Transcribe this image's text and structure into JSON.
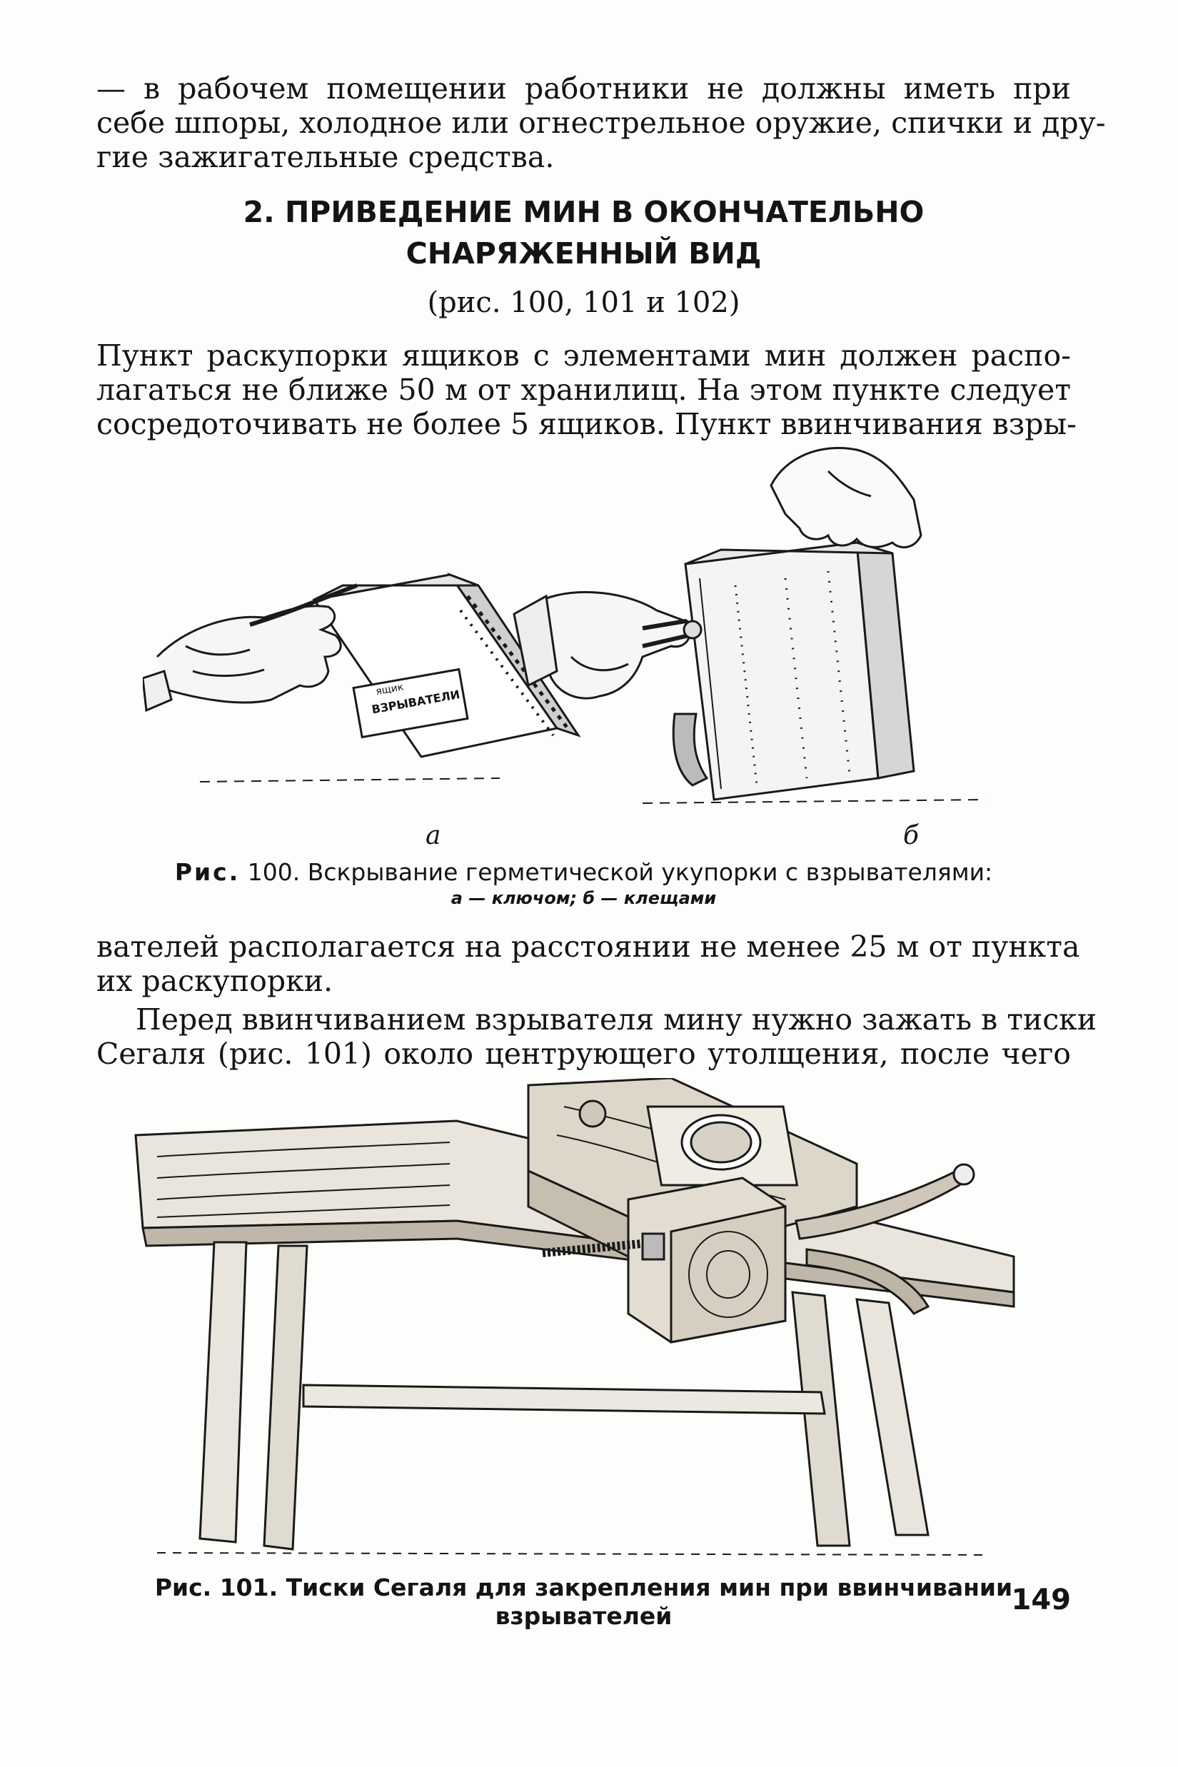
{
  "intro": {
    "lines": [
      "— в рабочем помещении работники не должны иметь при",
      "себе шпоры, холодное или огнестрельное оружие, спички и дру-",
      "гие зажигательные средства."
    ]
  },
  "section": {
    "title_line1": "2. ПРИВЕДЕНИЕ МИН В ОКОНЧАТЕЛЬНО",
    "title_line2": "СНАРЯЖЕННЫЙ ВИД",
    "figref": "(рис. 100, 101 и 102)"
  },
  "para1": {
    "lines": [
      "Пункт раскупорки ящиков с элементами мин должен распо-",
      "лагаться не ближе 50 м от хранилищ. На этом пункте следует",
      "сосредоточивать не более 5 ящиков. Пункт ввинчивания взры-"
    ]
  },
  "fig100": {
    "label_a": "а",
    "label_b": "б",
    "box_label_top": "ящик",
    "box_label_main": "ВЗРЫВАТЕЛИ",
    "caption_prefix": "Рис.",
    "caption_main": "100. Вскрывание герметической укупорки с взрывателями:",
    "caption_sub": "а — ключом; б — клещами"
  },
  "para2": {
    "lines": [
      "вателей располагается на расстоянии не менее 25 м от пункта",
      "их раскупорки."
    ]
  },
  "para3": {
    "lines": [
      "Перед ввинчиванием взрывателя мину нужно зажать в тиски",
      "Сегаля (рис. 101) около центрующего утолщения, после чего"
    ]
  },
  "fig101": {
    "caption_prefix": "Рис.",
    "caption_main": "101. Тиски Сегаля для закрепления мин при ввинчивании",
    "caption_line2": "взрывателей"
  },
  "page_number": "149"
}
